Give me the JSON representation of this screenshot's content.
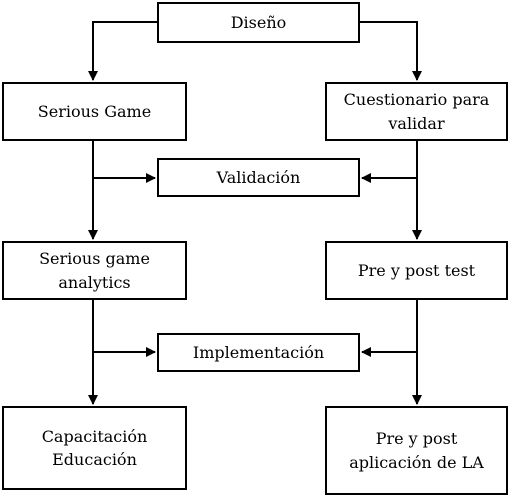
{
  "nodes": {
    "diseno": "Diseño",
    "serious_game": "Serious Game",
    "cuestionario": "Cuestionario para\nvalidar",
    "validacion": "Validación",
    "sg_analytics": "Serious game\nanalytics",
    "pre_post_test": "Pre y post test",
    "implementacion": "Implementación",
    "capacitacion": "Capacitación\nEducación",
    "pre_post_aplicacion": "Pre y post\naplicación de LA"
  },
  "colors": {
    "line": "#000000",
    "box_fill": "#ffffff"
  }
}
